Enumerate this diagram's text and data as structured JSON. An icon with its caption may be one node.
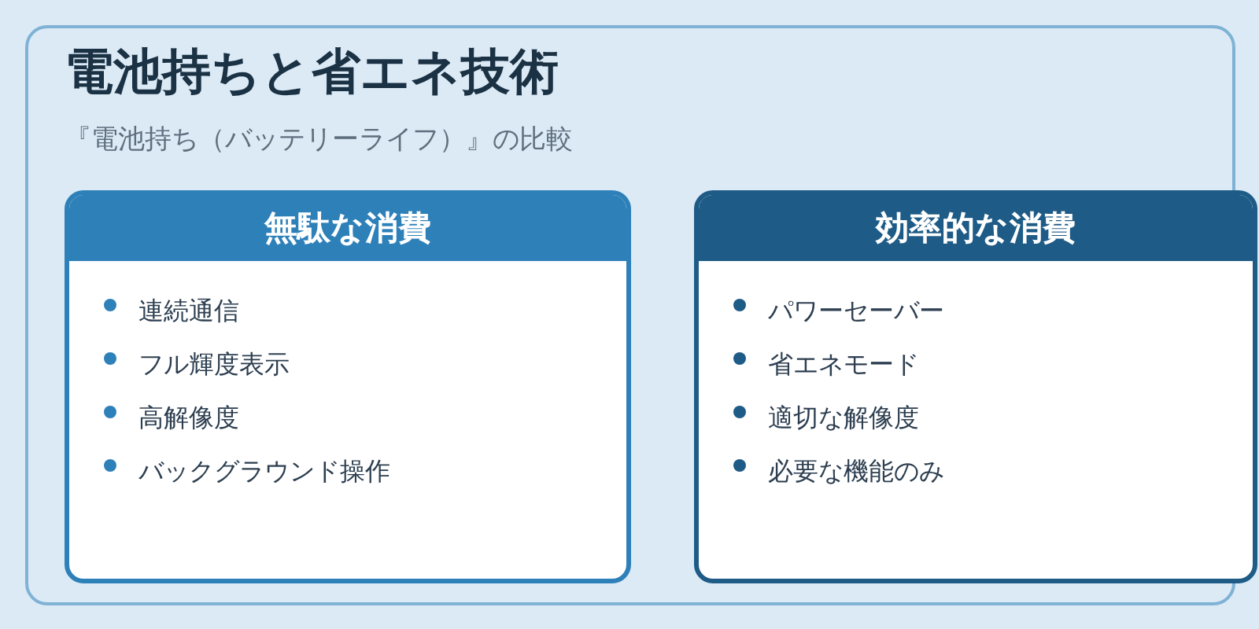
{
  "diagram": {
    "nodes": [
      {
        "text": [
          "電池持ちと省エネ技術",
          "『電池持ち（バッテリーライフ）』の比較"
        ]
      },
      {
        "text": [
          "無駄な消費",
          "連続通信",
          "フル輝度表示",
          "高解像度",
          "バックグラウンド操作"
        ],
        "in": 0
      },
      {
        "text": [
          "効率的な消費",
          "パワーセーバー",
          "省エネモード",
          "適切な解像度",
          "必要な機能のみ"
        ],
        "in": 0
      }
    ]
  }
}
